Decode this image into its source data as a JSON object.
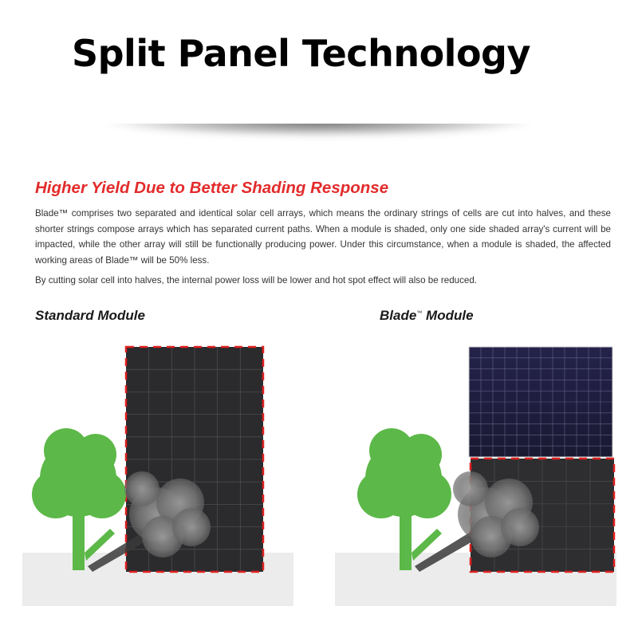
{
  "header": {
    "title": "Split Panel Technology"
  },
  "section": {
    "title": "Higher Yield Due to Better Shading Response",
    "paragraph_1": "Blade™ comprises two separated and identical solar cell arrays, which means the ordinary strings of cells are cut into halves, and these shorter strings compose arrays which has separated current paths. When a module is shaded, only one side shaded array's current will be impacted, while the other array will still be functionally producing power. Under this circumstance, when a module is shaded, the affected working areas of Blade™ will be 50% less.",
    "paragraph_2": "By cutting solar cell into halves, the internal power loss will be lower and hot spot effect will also be reduced."
  },
  "modules": {
    "standard_label": "Standard Module",
    "blade_label_name": "Blade",
    "blade_label_mark": "™",
    "blade_label_suffix": "Module"
  },
  "colors": {
    "title_red": "#e32b2b",
    "tree_green": "#5cb848",
    "panel_dark": "#2b2b2d",
    "panel_blue_dark": "#1f1d3a",
    "shade_outline_red": "#e02020",
    "ground_gray": "#ececec"
  }
}
